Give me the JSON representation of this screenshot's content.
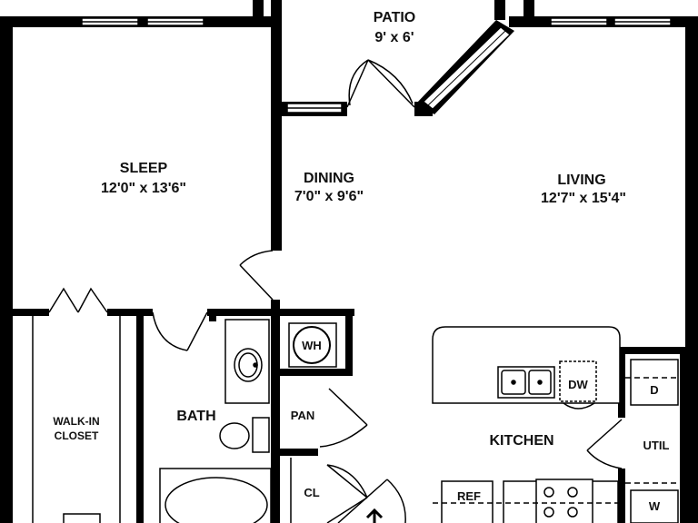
{
  "rooms": {
    "patio": {
      "name": "PATIO",
      "size": "9' x 6'"
    },
    "sleep": {
      "name": "SLEEP",
      "size": "12'0\" x 13'6\""
    },
    "dining": {
      "name": "DINING",
      "size": "7'0\" x 9'6\""
    },
    "living": {
      "name": "LIVING",
      "size": "12'7\" x 15'4\""
    },
    "walk_in_closet": {
      "line1": "WALK-IN",
      "line2": "CLOSET"
    },
    "bath": {
      "name": "BATH"
    },
    "pantry": {
      "name": "PAN"
    },
    "closet": {
      "name": "CL"
    },
    "kitchen": {
      "name": "KITCHEN"
    },
    "utility": {
      "name": "UTIL"
    }
  },
  "fixtures": {
    "water_heater": "WH",
    "dishwasher": "DW",
    "dryer": "D",
    "refrigerator": "REF",
    "washer": "W"
  },
  "colors": {
    "wall": "#000000",
    "background": "#ffffff",
    "line": "#111111"
  }
}
